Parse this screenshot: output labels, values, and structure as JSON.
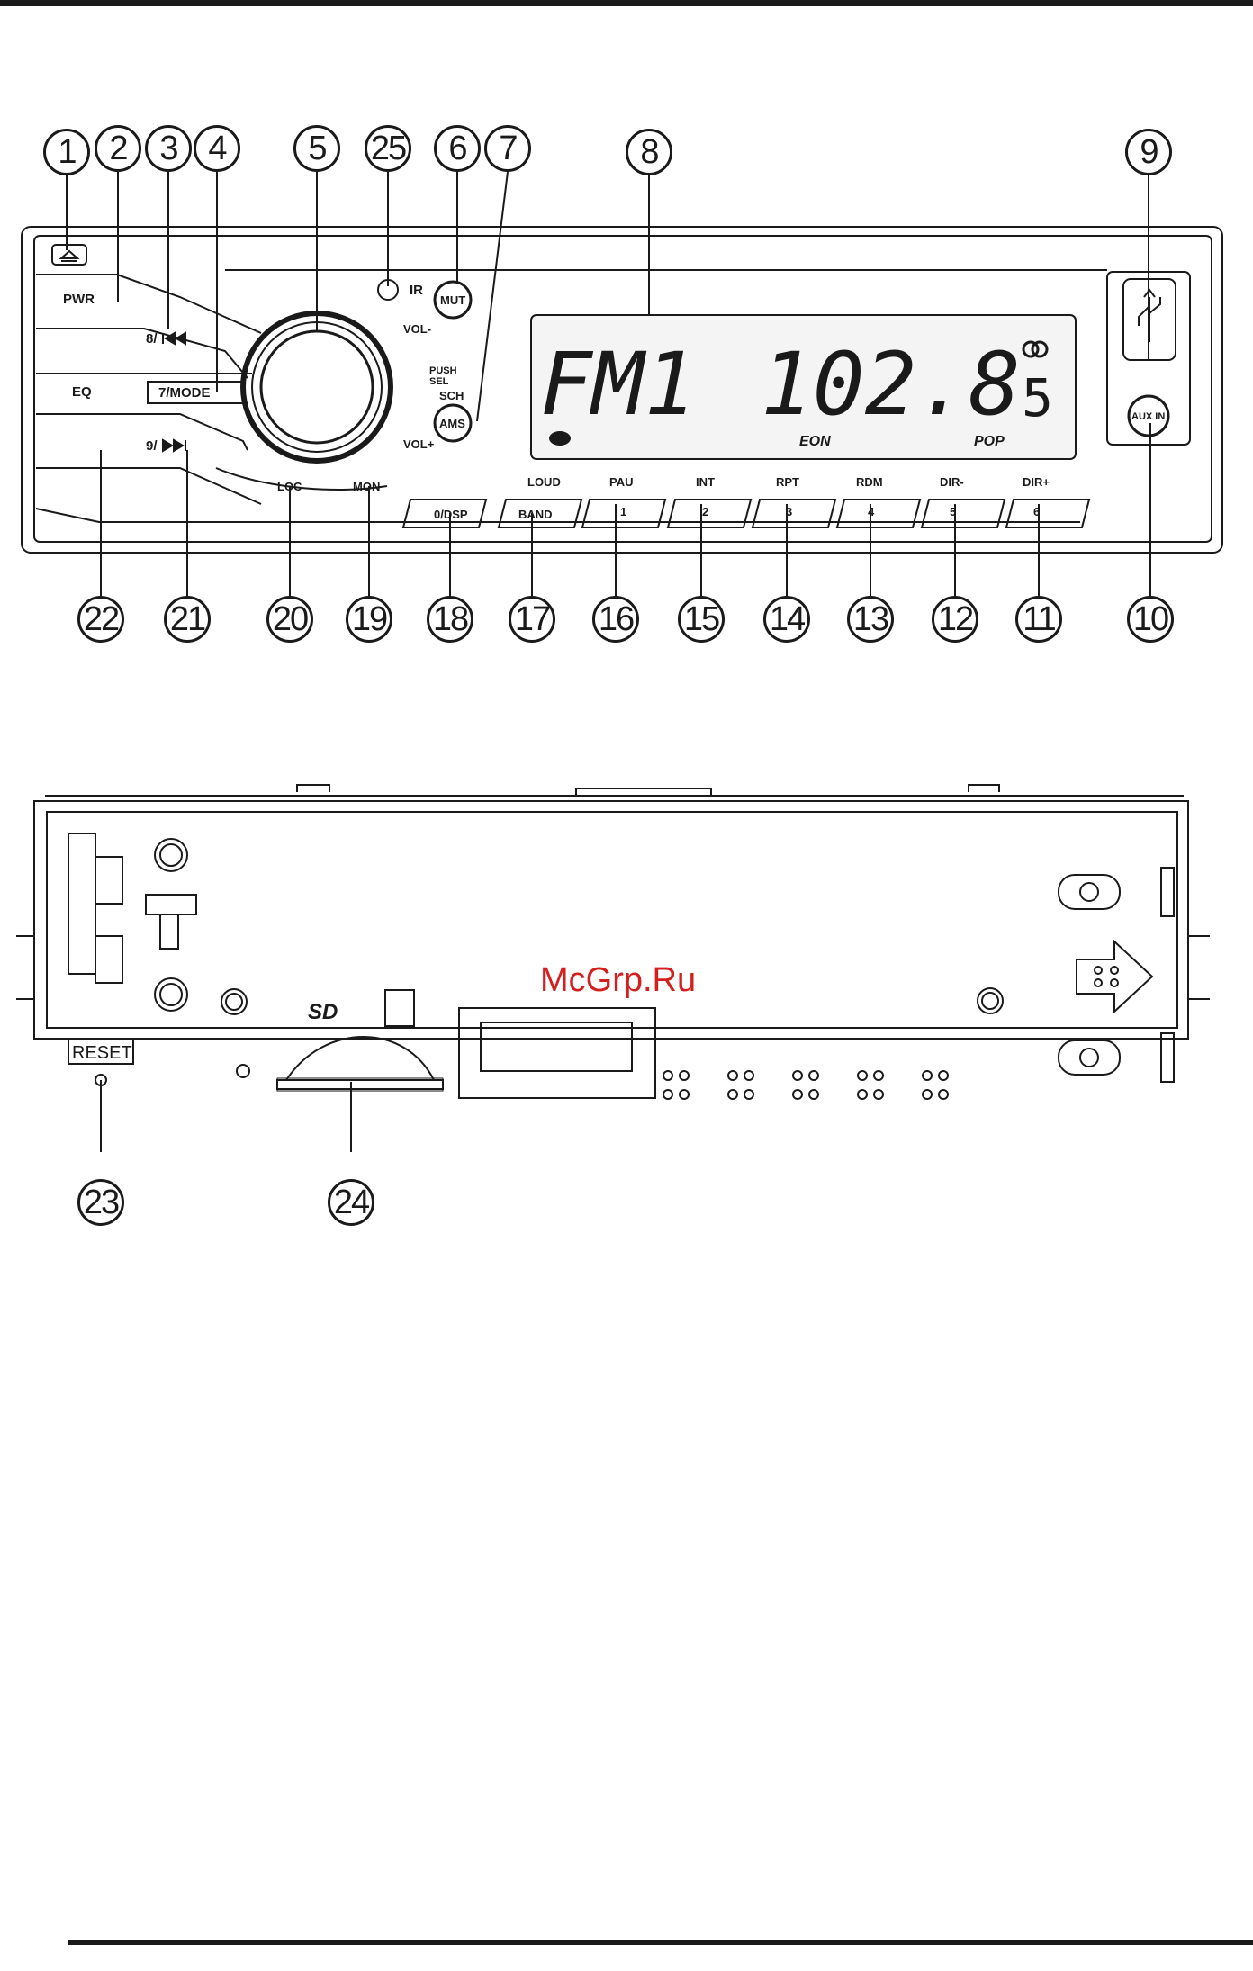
{
  "front_panel": {
    "buttons": {
      "pwr": "PWR",
      "prev": "8/",
      "mode": "7/MODE",
      "eq": "EQ",
      "next": "9/",
      "ir": "IR",
      "mut": "MUT",
      "vol_minus": "VOL-",
      "push": "PUSH",
      "sel": "SEL",
      "sch": "SCH",
      "ams": "AMS",
      "vol_plus": "VOL+",
      "loc": "LOC",
      "mon": "MON",
      "dsp": "0/DSP",
      "band": "BAND",
      "aux_in": "AUX IN"
    },
    "display": {
      "band_text": "FM1",
      "frequency": "102.8",
      "preset": "5",
      "eon": "EON",
      "pop": "POP"
    },
    "preset_keys": [
      {
        "top": "LOUD",
        "key": "BAND"
      },
      {
        "top": "PAU",
        "key": "1"
      },
      {
        "top": "INT",
        "key": "2"
      },
      {
        "top": "RPT",
        "key": "3"
      },
      {
        "top": "RDM",
        "key": "4"
      },
      {
        "top": "DIR-",
        "key": "5"
      },
      {
        "top": "DIR+",
        "key": "6"
      }
    ]
  },
  "rear_panel": {
    "reset_label": "RESET",
    "sd_logo": "SD"
  },
  "callouts_top": [
    "1",
    "2",
    "3",
    "4",
    "5",
    "25",
    "6",
    "7",
    "8",
    "9"
  ],
  "callouts_bottom": [
    "22",
    "21",
    "20",
    "19",
    "18",
    "17",
    "16",
    "15",
    "14",
    "13",
    "12",
    "11",
    "10"
  ],
  "callouts_rear": [
    "23",
    "24"
  ],
  "watermark": "McGrp.Ru",
  "colors": {
    "ink": "#1a1a1a",
    "watermark": "#d41f1f",
    "lcd": "#f4f4f4"
  }
}
